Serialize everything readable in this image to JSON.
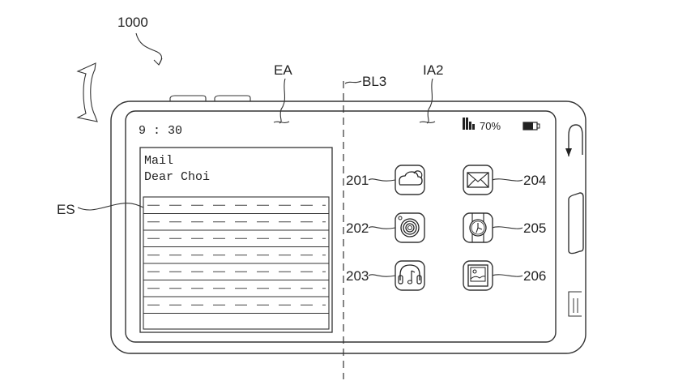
{
  "figure": {
    "device_ref": "1000",
    "region_labels": {
      "edge_area": "EA",
      "boundary_line": "BL3",
      "icon_area": "IA2",
      "edge_screen": "ES"
    }
  },
  "status_bar": {
    "time": "9 : 30",
    "battery_percent": "70%",
    "signal_icon": "signal-bars-icon",
    "battery_icon": "battery-icon"
  },
  "mail_panel": {
    "title": "Mail",
    "subtitle": "Dear Choi",
    "text_rows": 7
  },
  "apps": [
    {
      "ref": "201",
      "icon": "cloud-weather-icon"
    },
    {
      "ref": "202",
      "icon": "camera-icon"
    },
    {
      "ref": "203",
      "icon": "headphones-music-icon"
    },
    {
      "ref": "204",
      "icon": "mail-envelope-icon"
    },
    {
      "ref": "205",
      "icon": "watch-clock-icon"
    },
    {
      "ref": "206",
      "icon": "gallery-picture-icon"
    }
  ],
  "hardware_buttons": [
    "back-icon",
    "home-button",
    "menu-icon"
  ]
}
